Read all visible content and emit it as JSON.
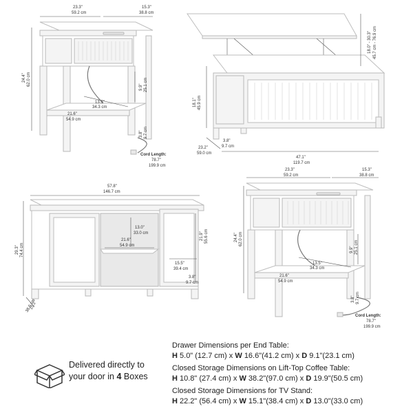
{
  "end_table_top": {
    "width_in": "23.3\"",
    "width_cm": "59.2 cm",
    "depth_in": "15.3\"",
    "depth_cm": "38.8 cm",
    "height_in": "24.4\"",
    "height_cm": "62.0 cm",
    "shelf_w_in": "21.6\"",
    "shelf_w_cm": "54.9 cm",
    "shelf_d_in": "13.5\"",
    "shelf_d_cm": "34.3 cm",
    "gap_in": "9.9\"",
    "gap_cm": "25.1 cm",
    "foot_in": "3.8\"",
    "foot_cm": "9.7 cm",
    "cord_label": "Cord Length:",
    "cord_in": "78.7\"",
    "cord_cm": "199.9 cm"
  },
  "coffee_table": {
    "lift_in": "18.0\" - 30.3\"",
    "lift_cm": "45.7 cm - 76.9 cm",
    "height_in": "18.1\"",
    "height_cm": "45.9 cm",
    "foot_in": "3.8\"",
    "foot_cm": "9.7 cm",
    "depth_in": "23.2\"",
    "depth_cm": "59.0 cm",
    "width_in": "47.1\"",
    "width_cm": "119.7 cm"
  },
  "tv_stand": {
    "width_in": "57.8\"",
    "width_cm": "146.7 cm",
    "height_in": "29.3\"",
    "height_cm": "74.4 cm",
    "depth_in": "15.2\"",
    "depth_cm": "38.6 cm",
    "shelf_gap_in": "13.0\"",
    "shelf_gap_cm": "33.0 cm",
    "shelf_w_in": "21.6\"",
    "shelf_w_cm": "54.9 cm",
    "cab_h_in": "21.9\"",
    "cab_h_cm": "55.6 cm",
    "cab_w_in": "15.5\"",
    "cab_w_cm": "39.4 cm",
    "foot_in": "3.8\"",
    "foot_cm": "9.7 cm"
  },
  "end_table_bottom": {
    "width_in": "23.3\"",
    "width_cm": "59.2 cm",
    "depth_in": "15.3\"",
    "depth_cm": "38.8 cm",
    "height_in": "24.4\"",
    "height_cm": "62.0 cm",
    "shelf_w_in": "21.6\"",
    "shelf_w_cm": "54.9 cm",
    "shelf_d_in": "13.5\"",
    "shelf_d_cm": "34.3 cm",
    "gap_in": "9.9\"",
    "gap_cm": "25.1 cm",
    "foot_in": "3.8\"",
    "foot_cm": "9.7 cm",
    "cord_label": "Cord Length:",
    "cord_in": "78.7\"",
    "cord_cm": "199.9 cm"
  },
  "delivery": {
    "line1": "Delivered directly to",
    "line2_prefix": "your door in ",
    "count": "4",
    "line2_suffix": " Boxes"
  },
  "dimensions": [
    {
      "heading": "Drawer Dimensions per End Table:",
      "h_val": "5.0\" (12.7 cm)",
      "w_val": "16.6\"(41.2 cm)",
      "d_val": "9.1\"(23.1 cm)"
    },
    {
      "heading": "Closed Storage Dimensions on Lift-Top Coffee Table:",
      "h_val": "10.8\" (27.4 cm)",
      "w_val": "38.2\"(97.0 cm)",
      "d_val": "19.9\"(50.5 cm)"
    },
    {
      "heading": "Closed Storage Dimensions for TV Stand:",
      "h_val": "22.2\" (56.4 cm)",
      "w_val": "15.1\"(38.4 cm)",
      "d_val": "13.0\"(33.0 cm)"
    }
  ],
  "labels": {
    "h": "H",
    "w": "W",
    "d": "D",
    "x": "x"
  }
}
